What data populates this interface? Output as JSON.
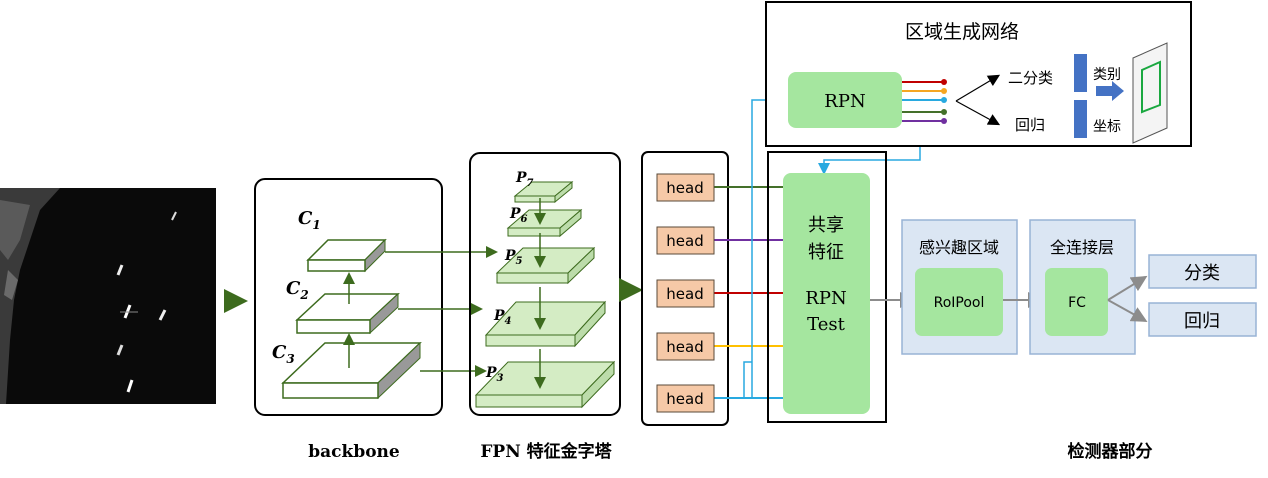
{
  "rpn_panel": {
    "title": "区域生成网络",
    "rpn_label": "RPN",
    "cls_label": "二分类",
    "reg_label": "回归",
    "cls_out": "类别",
    "coord_out": "坐标"
  },
  "backbone": {
    "label": "backbone",
    "c1": "C",
    "c1_sub": "1",
    "c2": "C",
    "c2_sub": "2",
    "c3": "C",
    "c3_sub": "3"
  },
  "fpn": {
    "label": "FPN 特征金字塔",
    "p7": "P",
    "p7_sub": "7",
    "p6": "P",
    "p6_sub": "6",
    "p5": "P",
    "p5_sub": "5",
    "p4": "P",
    "p4_sub": "4",
    "p3": "P",
    "p3_sub": "3"
  },
  "heads": [
    "head",
    "head",
    "head",
    "head",
    "head"
  ],
  "shared": {
    "line1": "共享",
    "line2": "特征",
    "line3": "RPN",
    "line4": "Test"
  },
  "roi": {
    "title": "感兴趣区域",
    "label": "RoIPool"
  },
  "fc": {
    "title": "全连接层",
    "label": "FC"
  },
  "outputs": {
    "cls": "分类",
    "reg": "回归"
  },
  "detector_label": "检测器部分",
  "colors": {
    "green_stroke": "#3d6b1e",
    "green_fill": "#d4ecc4",
    "light_green": "#a5e69f",
    "head_fill": "#f6c9a7",
    "blue_box": "#dbe6f3",
    "blue_border": "#98b3d5",
    "arrow_blue": "#28a9e0",
    "red": "#c00000",
    "orange": "#f5a623",
    "yellow": "#ffc000",
    "purple": "#7030a0",
    "dark_green": "#44702a",
    "bar_blue": "#4472c4"
  }
}
